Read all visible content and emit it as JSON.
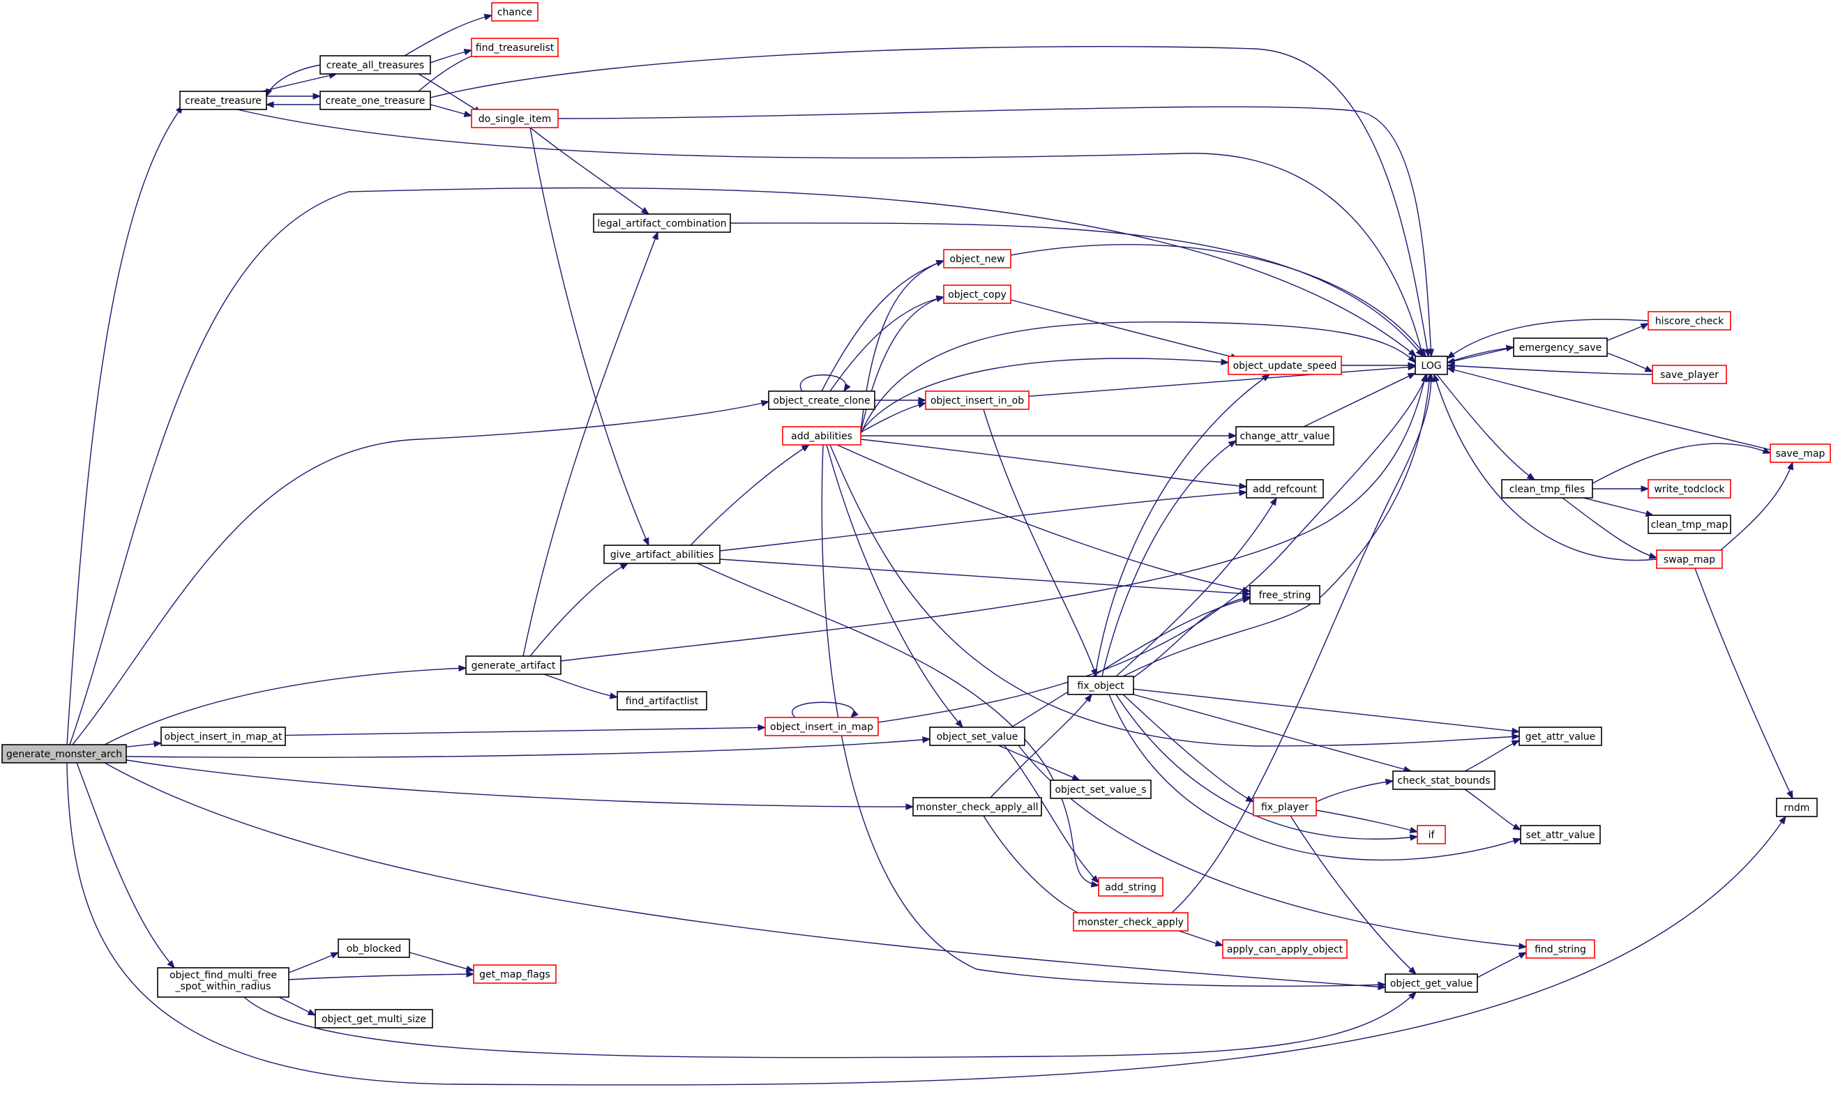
{
  "graph": {
    "colors": {
      "edge": "#191970",
      "internal_node_border": "#000000",
      "external_node_border": "#ff0000",
      "root_fill": "#bfbfbf",
      "node_fill": "#ffffff"
    },
    "nodes": [
      {
        "id": "generate_monster_arch",
        "label": "generate_monster_arch",
        "kind": "root"
      },
      {
        "id": "create_treasure",
        "label": "create_treasure",
        "kind": "internal"
      },
      {
        "id": "create_all_treasures",
        "label": "create_all_treasures",
        "kind": "internal"
      },
      {
        "id": "create_one_treasure",
        "label": "create_one_treasure",
        "kind": "internal"
      },
      {
        "id": "chance",
        "label": "chance",
        "kind": "external"
      },
      {
        "id": "find_treasurelist",
        "label": "find_treasurelist",
        "kind": "external"
      },
      {
        "id": "do_single_item",
        "label": "do_single_item",
        "kind": "external"
      },
      {
        "id": "legal_artifact_combination",
        "label": "legal_artifact_combination",
        "kind": "internal"
      },
      {
        "id": "object_new",
        "label": "object_new",
        "kind": "external"
      },
      {
        "id": "object_copy",
        "label": "object_copy",
        "kind": "external"
      },
      {
        "id": "object_create_clone",
        "label": "object_create_clone",
        "kind": "internal"
      },
      {
        "id": "object_insert_in_ob",
        "label": "object_insert_in_ob",
        "kind": "external"
      },
      {
        "id": "add_abilities",
        "label": "add_abilities",
        "kind": "external"
      },
      {
        "id": "object_update_speed",
        "label": "object_update_speed",
        "kind": "external"
      },
      {
        "id": "LOG",
        "label": "LOG",
        "kind": "internal"
      },
      {
        "id": "hiscore_check",
        "label": "hiscore_check",
        "kind": "external"
      },
      {
        "id": "emergency_save",
        "label": "emergency_save",
        "kind": "internal"
      },
      {
        "id": "save_player",
        "label": "save_player",
        "kind": "external"
      },
      {
        "id": "save_map",
        "label": "save_map",
        "kind": "external"
      },
      {
        "id": "clean_tmp_files",
        "label": "clean_tmp_files",
        "kind": "internal"
      },
      {
        "id": "write_todclock",
        "label": "write_todclock",
        "kind": "external"
      },
      {
        "id": "clean_tmp_map",
        "label": "clean_tmp_map",
        "kind": "internal"
      },
      {
        "id": "swap_map",
        "label": "swap_map",
        "kind": "external"
      },
      {
        "id": "rndm",
        "label": "rndm",
        "kind": "internal"
      },
      {
        "id": "change_attr_value",
        "label": "change_attr_value",
        "kind": "internal"
      },
      {
        "id": "add_refcount",
        "label": "add_refcount",
        "kind": "internal"
      },
      {
        "id": "give_artifact_abilities",
        "label": "give_artifact_abilities",
        "kind": "internal"
      },
      {
        "id": "free_string",
        "label": "free_string",
        "kind": "internal"
      },
      {
        "id": "generate_artifact",
        "label": "generate_artifact",
        "kind": "internal"
      },
      {
        "id": "find_artifactlist",
        "label": "find_artifactlist",
        "kind": "internal"
      },
      {
        "id": "object_insert_in_map_at",
        "label": "object_insert_in_map_at",
        "kind": "internal"
      },
      {
        "id": "object_insert_in_map",
        "label": "object_insert_in_map",
        "kind": "external"
      },
      {
        "id": "fix_object",
        "label": "fix_object",
        "kind": "internal"
      },
      {
        "id": "object_set_value",
        "label": "object_set_value",
        "kind": "internal"
      },
      {
        "id": "get_attr_value",
        "label": "get_attr_value",
        "kind": "internal"
      },
      {
        "id": "object_set_value_s",
        "label": "object_set_value_s",
        "kind": "internal"
      },
      {
        "id": "check_stat_bounds",
        "label": "check_stat_bounds",
        "kind": "internal"
      },
      {
        "id": "monster_check_apply_all",
        "label": "monster_check_apply_all",
        "kind": "internal"
      },
      {
        "id": "fix_player",
        "label": "fix_player",
        "kind": "external"
      },
      {
        "id": "if",
        "label": "if",
        "kind": "external"
      },
      {
        "id": "set_attr_value",
        "label": "set_attr_value",
        "kind": "internal"
      },
      {
        "id": "add_string",
        "label": "add_string",
        "kind": "external"
      },
      {
        "id": "monster_check_apply",
        "label": "monster_check_apply",
        "kind": "external"
      },
      {
        "id": "apply_can_apply_object",
        "label": "apply_can_apply_object",
        "kind": "external"
      },
      {
        "id": "find_string",
        "label": "find_string",
        "kind": "external"
      },
      {
        "id": "ob_blocked",
        "label": "ob_blocked",
        "kind": "internal"
      },
      {
        "id": "get_map_flags",
        "label": "get_map_flags",
        "kind": "external"
      },
      {
        "id": "object_find_multi_free_spot_within_radius",
        "label_lines": [
          "object_find_multi_free",
          "_spot_within_radius"
        ],
        "kind": "internal"
      },
      {
        "id": "object_get_value",
        "label": "object_get_value",
        "kind": "internal"
      },
      {
        "id": "object_get_multi_size",
        "label": "object_get_multi_size",
        "kind": "internal"
      }
    ],
    "edges": [
      [
        "generate_monster_arch",
        "create_treasure"
      ],
      [
        "generate_monster_arch",
        "LOG"
      ],
      [
        "generate_monster_arch",
        "object_create_clone"
      ],
      [
        "generate_monster_arch",
        "generate_artifact"
      ],
      [
        "generate_monster_arch",
        "object_insert_in_map_at"
      ],
      [
        "generate_monster_arch",
        "object_set_value"
      ],
      [
        "generate_monster_arch",
        "monster_check_apply_all"
      ],
      [
        "generate_monster_arch",
        "object_get_value"
      ],
      [
        "generate_monster_arch",
        "object_find_multi_free_spot_within_radius"
      ],
      [
        "generate_monster_arch",
        "rndm"
      ],
      [
        "create_treasure",
        "create_all_treasures"
      ],
      [
        "create_treasure",
        "create_one_treasure"
      ],
      [
        "create_treasure",
        "LOG"
      ],
      [
        "create_all_treasures",
        "chance"
      ],
      [
        "create_all_treasures",
        "find_treasurelist"
      ],
      [
        "create_all_treasures",
        "create_treasure"
      ],
      [
        "create_all_treasures",
        "do_single_item"
      ],
      [
        "create_one_treasure",
        "find_treasurelist"
      ],
      [
        "create_one_treasure",
        "create_treasure"
      ],
      [
        "create_one_treasure",
        "do_single_item"
      ],
      [
        "create_one_treasure",
        "LOG"
      ],
      [
        "do_single_item",
        "LOG"
      ],
      [
        "do_single_item",
        "legal_artifact_combination"
      ],
      [
        "do_single_item",
        "give_artifact_abilities"
      ],
      [
        "legal_artifact_combination",
        "LOG"
      ],
      [
        "object_new",
        "LOG"
      ],
      [
        "object_copy",
        "object_update_speed"
      ],
      [
        "object_create_clone",
        "object_new"
      ],
      [
        "object_create_clone",
        "object_copy"
      ],
      [
        "object_create_clone",
        "object_create_clone"
      ],
      [
        "object_create_clone",
        "object_insert_in_ob"
      ],
      [
        "object_insert_in_ob",
        "LOG"
      ],
      [
        "object_insert_in_ob",
        "fix_object"
      ],
      [
        "add_abilities",
        "object_new"
      ],
      [
        "add_abilities",
        "object_copy"
      ],
      [
        "add_abilities",
        "LOG"
      ],
      [
        "add_abilities",
        "object_update_speed"
      ],
      [
        "add_abilities",
        "object_insert_in_ob"
      ],
      [
        "add_abilities",
        "change_attr_value"
      ],
      [
        "add_abilities",
        "add_refcount"
      ],
      [
        "add_abilities",
        "free_string"
      ],
      [
        "add_abilities",
        "object_set_value"
      ],
      [
        "add_abilities",
        "get_attr_value"
      ],
      [
        "add_abilities",
        "object_get_value"
      ],
      [
        "object_update_speed",
        "LOG"
      ],
      [
        "emergency_save",
        "LOG"
      ],
      [
        "emergency_save",
        "hiscore_check"
      ],
      [
        "emergency_save",
        "save_player"
      ],
      [
        "hiscore_check",
        "LOG"
      ],
      [
        "save_player",
        "LOG"
      ],
      [
        "save_map",
        "LOG"
      ],
      [
        "LOG",
        "emergency_save"
      ],
      [
        "LOG",
        "clean_tmp_files"
      ],
      [
        "clean_tmp_files",
        "save_map"
      ],
      [
        "clean_tmp_files",
        "write_todclock"
      ],
      [
        "clean_tmp_files",
        "clean_tmp_map"
      ],
      [
        "clean_tmp_files",
        "swap_map"
      ],
      [
        "swap_map",
        "LOG"
      ],
      [
        "swap_map",
        "save_map"
      ],
      [
        "swap_map",
        "rndm"
      ],
      [
        "change_attr_value",
        "LOG"
      ],
      [
        "give_artifact_abilities",
        "add_abilities"
      ],
      [
        "give_artifact_abilities",
        "add_refcount"
      ],
      [
        "give_artifact_abilities",
        "free_string"
      ],
      [
        "give_artifact_abilities",
        "add_string"
      ],
      [
        "generate_artifact",
        "legal_artifact_combination"
      ],
      [
        "generate_artifact",
        "give_artifact_abilities"
      ],
      [
        "generate_artifact",
        "LOG"
      ],
      [
        "generate_artifact",
        "find_artifactlist"
      ],
      [
        "object_insert_in_map_at",
        "object_insert_in_map"
      ],
      [
        "object_insert_in_map",
        "object_insert_in_map"
      ],
      [
        "object_insert_in_map",
        "LOG"
      ],
      [
        "fix_object",
        "object_update_speed"
      ],
      [
        "fix_object",
        "LOG"
      ],
      [
        "fix_object",
        "change_attr_value"
      ],
      [
        "fix_object",
        "add_refcount"
      ],
      [
        "fix_object",
        "free_string"
      ],
      [
        "fix_object",
        "get_attr_value"
      ],
      [
        "fix_object",
        "check_stat_bounds"
      ],
      [
        "fix_object",
        "fix_player"
      ],
      [
        "fix_object",
        "if"
      ],
      [
        "fix_object",
        "set_attr_value"
      ],
      [
        "object_set_value",
        "free_string"
      ],
      [
        "object_set_value",
        "object_set_value_s"
      ],
      [
        "object_set_value",
        "add_string"
      ],
      [
        "object_set_value",
        "find_string"
      ],
      [
        "check_stat_bounds",
        "get_attr_value"
      ],
      [
        "check_stat_bounds",
        "set_attr_value"
      ],
      [
        "monster_check_apply_all",
        "fix_object"
      ],
      [
        "monster_check_apply_all",
        "monster_check_apply"
      ],
      [
        "monster_check_apply",
        "LOG"
      ],
      [
        "monster_check_apply",
        "apply_can_apply_object"
      ],
      [
        "fix_player",
        "check_stat_bounds"
      ],
      [
        "fix_player",
        "if"
      ],
      [
        "fix_player",
        "object_get_value"
      ],
      [
        "object_get_value",
        "find_string"
      ],
      [
        "object_find_multi_free_spot_within_radius",
        "ob_blocked"
      ],
      [
        "object_find_multi_free_spot_within_radius",
        "get_map_flags"
      ],
      [
        "object_find_multi_free_spot_within_radius",
        "object_get_multi_size"
      ],
      [
        "object_find_multi_free_spot_within_radius",
        "object_get_value"
      ],
      [
        "ob_blocked",
        "get_map_flags"
      ]
    ]
  }
}
